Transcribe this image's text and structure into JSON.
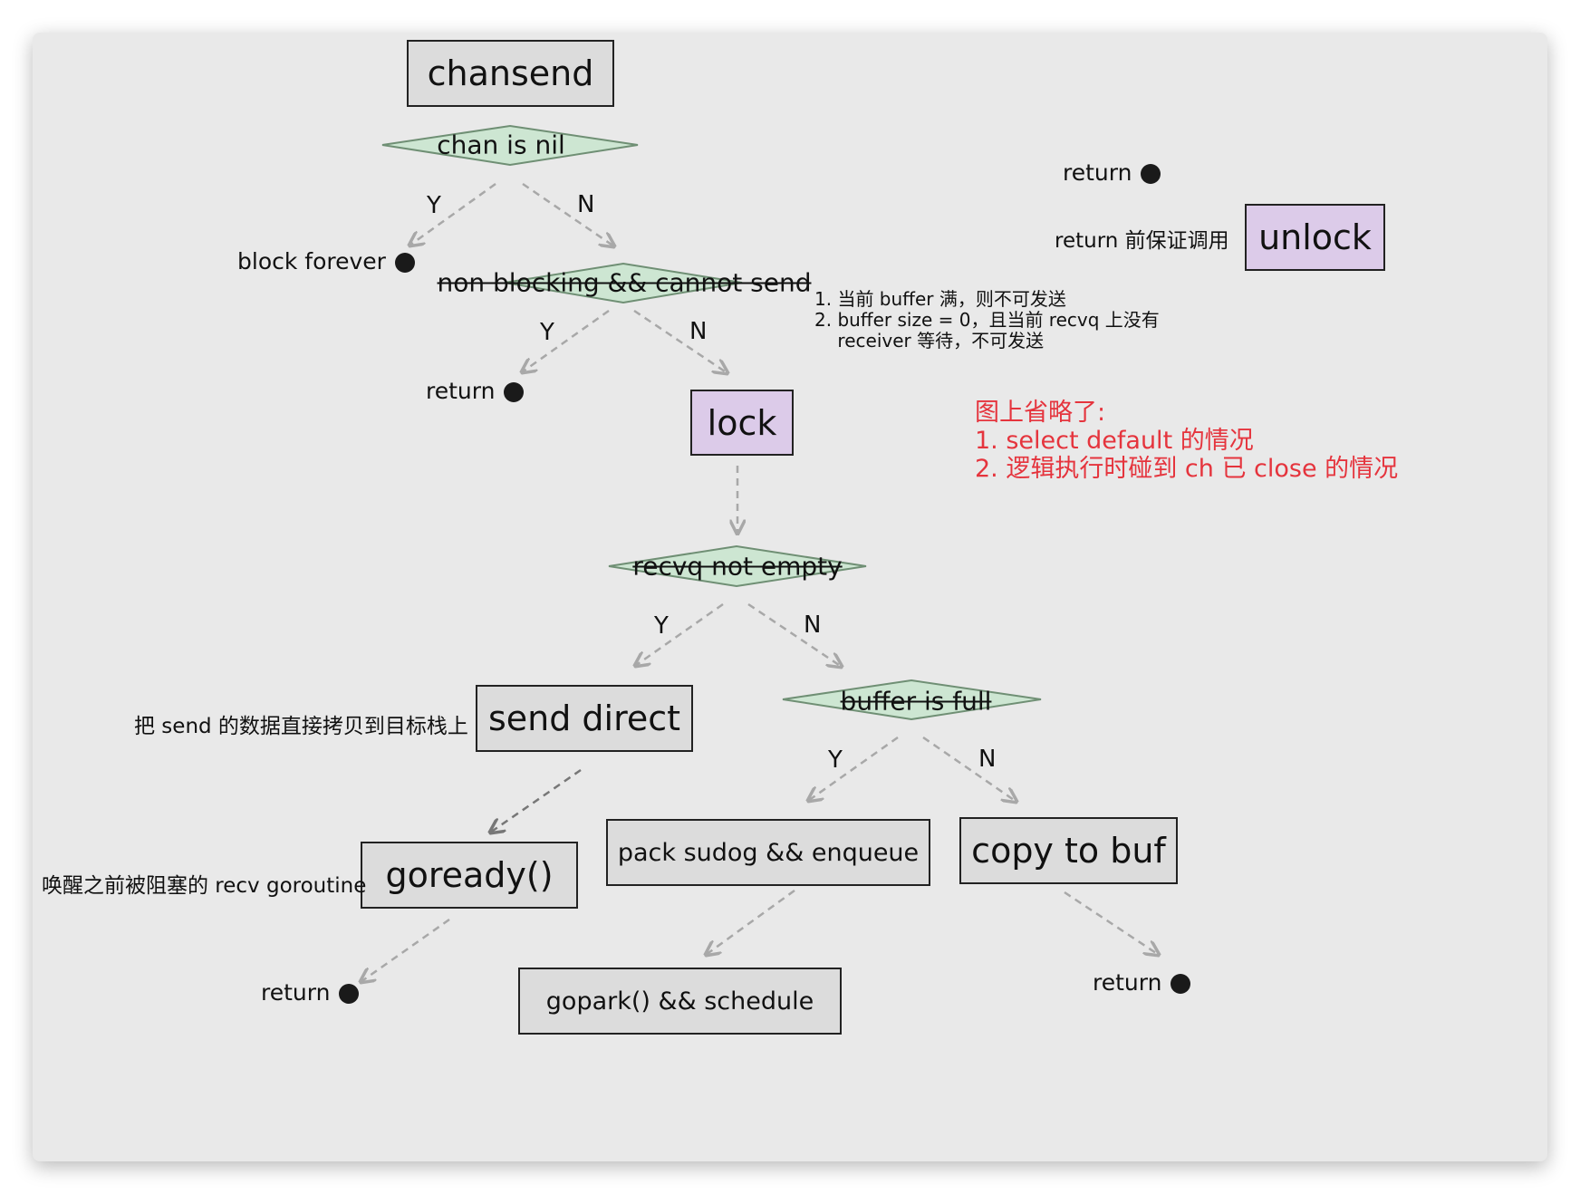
{
  "nodes": {
    "chansend": "chansend",
    "chan_is_nil": "chan is nil",
    "non_blocking": "non blocking && cannot send",
    "lock": "lock",
    "recvq_not_empty": "recvq not empty",
    "send_direct": "send direct",
    "buffer_is_full": "buffer is full",
    "goready": "goready()",
    "pack_sudog": "pack sudog && enqueue",
    "copy_to_buf": "copy to buf",
    "gopark": "gopark() && schedule",
    "unlock": "unlock"
  },
  "terminals": {
    "block_forever": "block forever",
    "return": "return"
  },
  "branches": {
    "yes": "Y",
    "no": "N"
  },
  "annotations": {
    "unlock_note": "return 前保证调用",
    "cannot_send_reasons": [
      "1. 当前 buffer 满，则不可发送",
      "2. buffer size = 0，且当前 recvq 上没有",
      "    receiver 等待，不可发送"
    ],
    "omitted_title": "图上省略了:",
    "omitted_items": [
      "1. select default 的情况",
      "2. 逻辑执行时碰到 ch 已 close 的情况"
    ],
    "send_direct_note": "把 send 的数据直接拷贝到目标栈上",
    "goready_note": "唤醒之前被阻塞的 recv goroutine"
  },
  "colors": {
    "decision_fill": "#cde6d2",
    "decision_stroke": "#6f8f74",
    "process_fill": "#dcdcdc",
    "lock_fill": "#dccbe9",
    "arrow": "#a8a8a8",
    "note_red": "#e5343d"
  }
}
